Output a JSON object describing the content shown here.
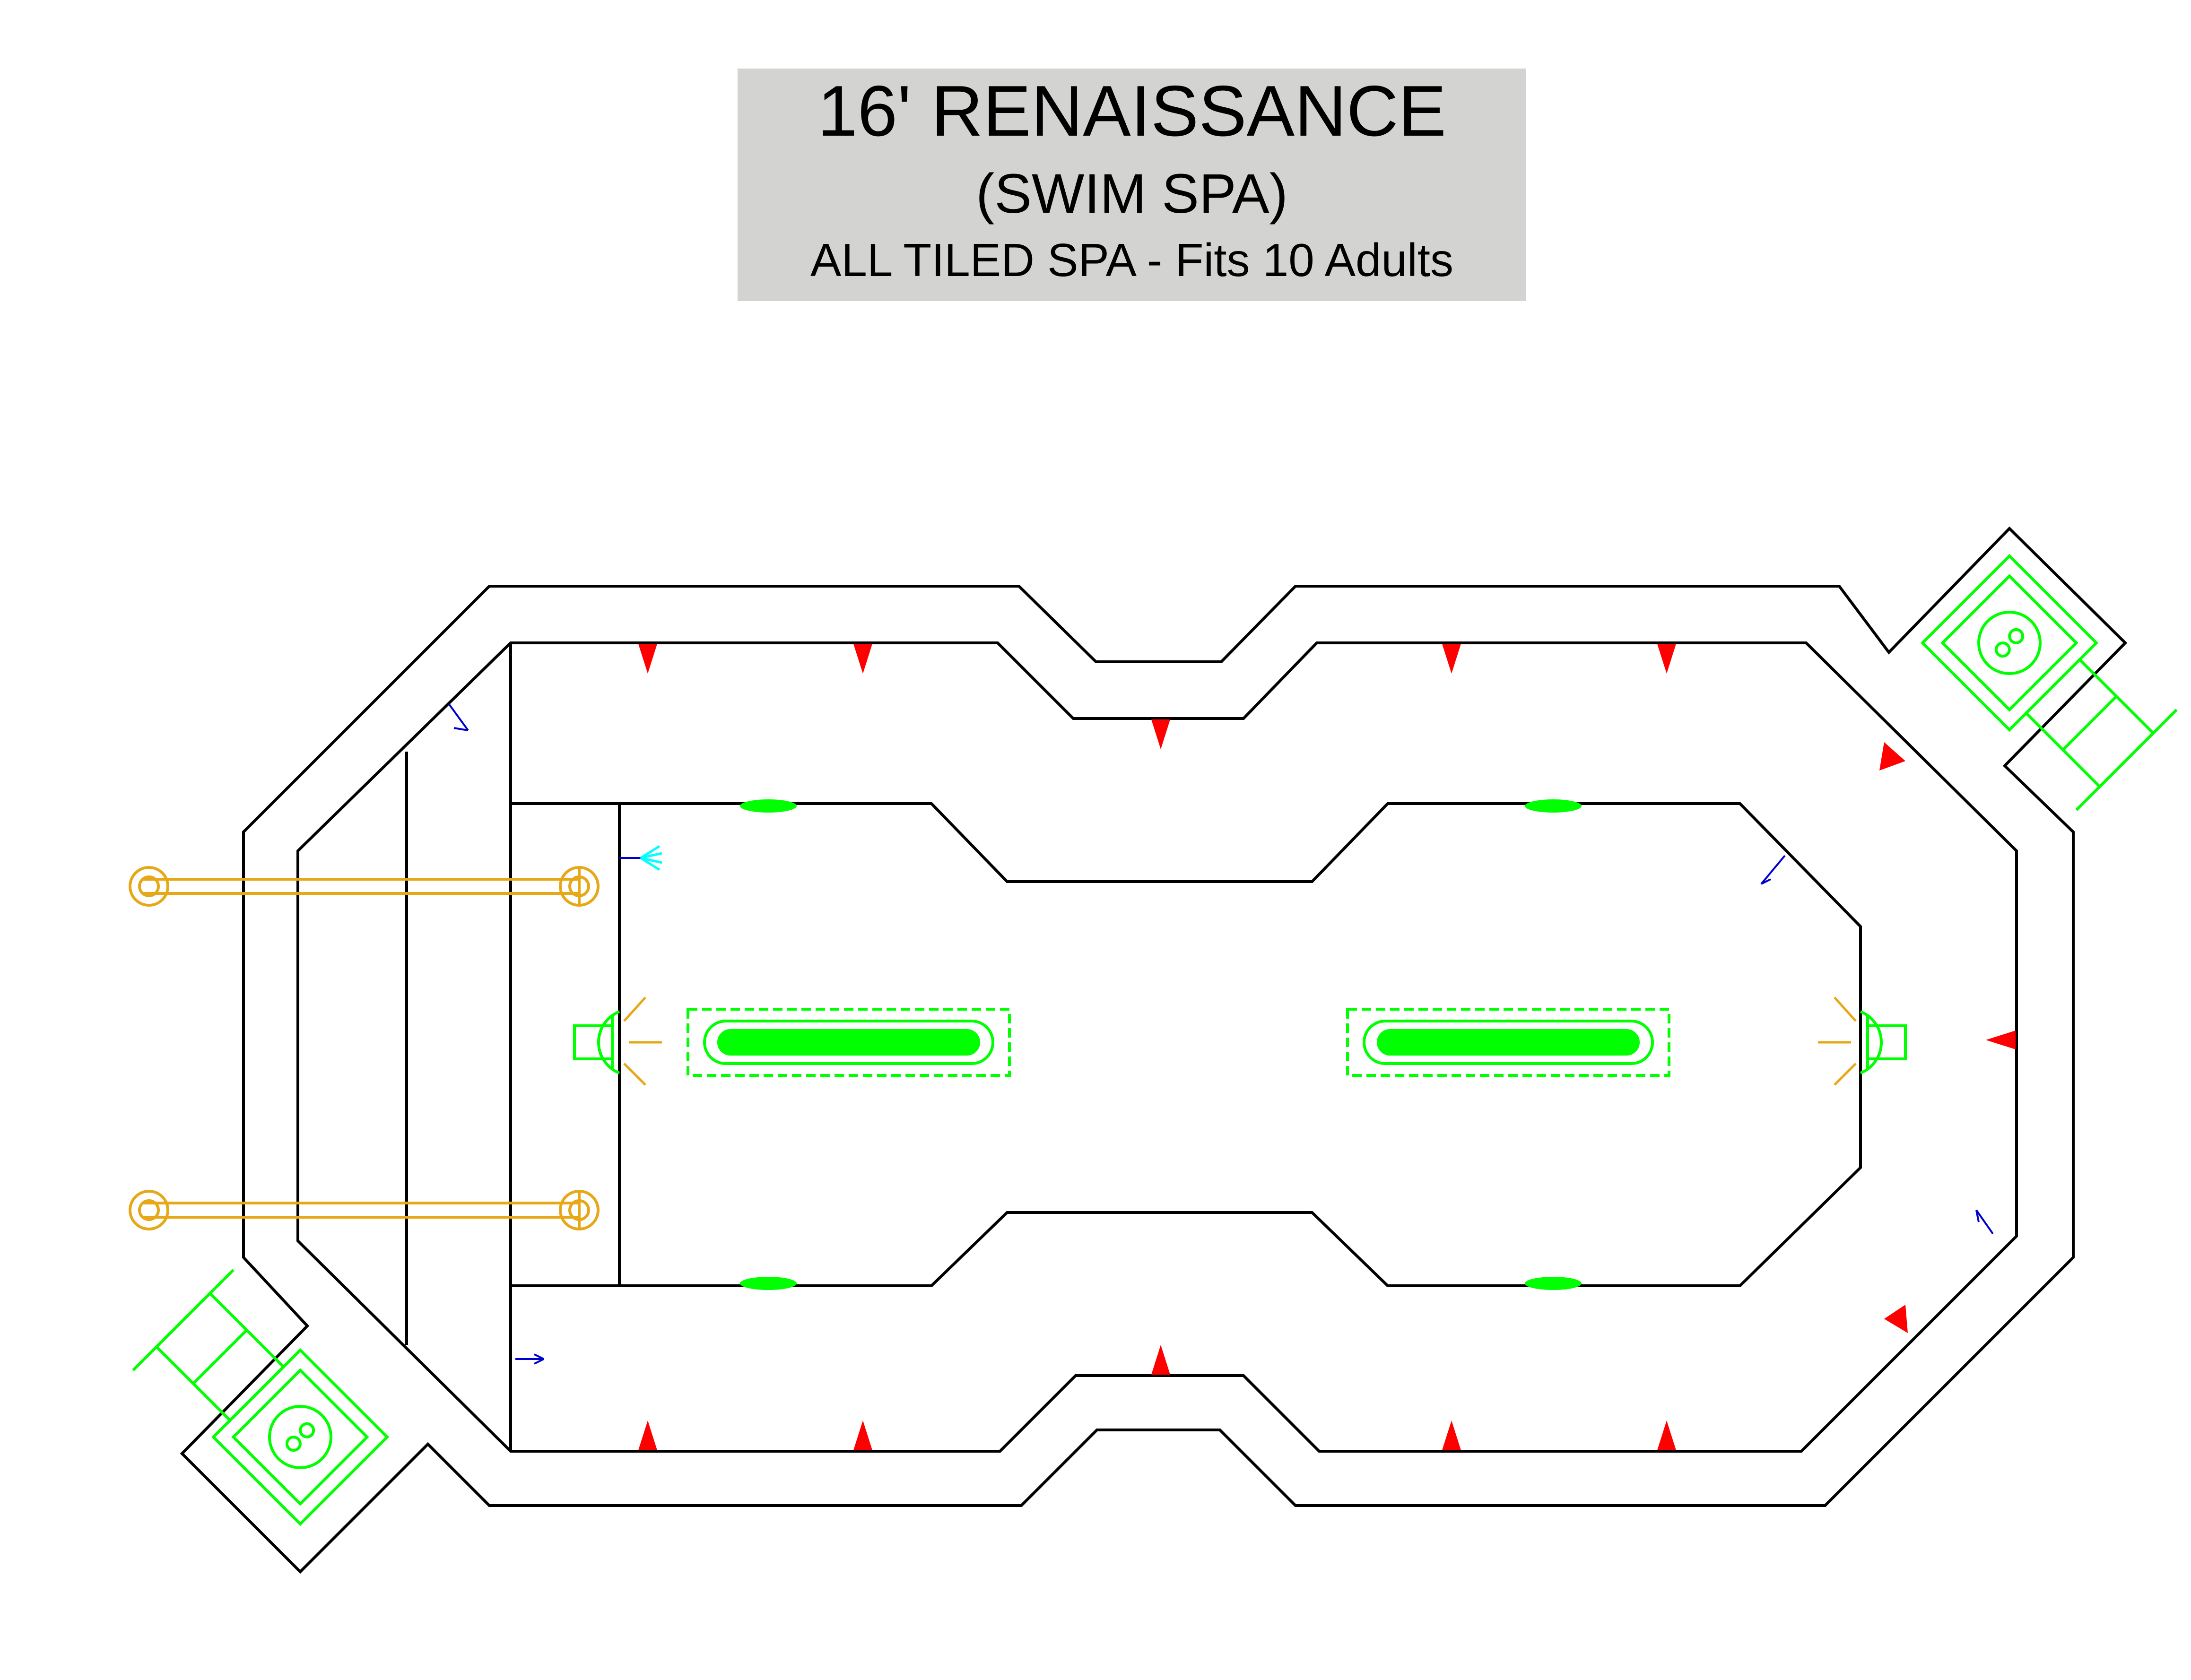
{
  "title": {
    "line1": "16' RENAISSANCE",
    "line2": "(SWIM SPA)",
    "line3": "ALL TILED SPA - Fits 10 Adults"
  },
  "colors": {
    "outline": "#000000",
    "jet": "#ff0000",
    "fixture": "#00ff00",
    "handrail": "#e6a817",
    "fill_line": "#0000cc",
    "spray": "#00ffff",
    "title_bg": "#d3d3d2"
  },
  "icons": [
    "handrail-icon",
    "skimmer-icon",
    "jet-icon",
    "light-icon",
    "bench-jet-bar-icon",
    "swim-jet-icon",
    "spray-nozzle-icon",
    "return-arrow-icon"
  ]
}
